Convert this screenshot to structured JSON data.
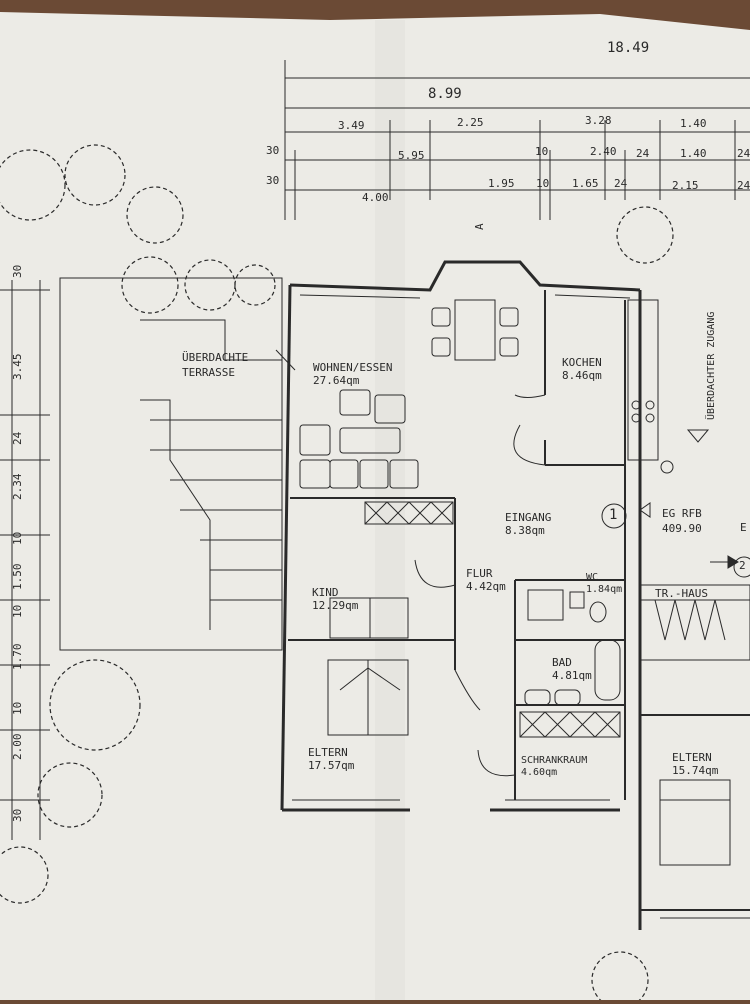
{
  "dims": {
    "total": "18.49",
    "width": "8.99",
    "row1": [
      "3.49",
      "2.25",
      "3.28",
      "1.40"
    ],
    "row2": [
      "30",
      "5.95",
      "10",
      "2.40",
      "24",
      "1.40",
      "24"
    ],
    "row3": [
      "30",
      "4.00",
      "1.95",
      "10",
      "1.65",
      "24",
      "2.15",
      "24"
    ],
    "left_side": [
      "30",
      "3.45",
      "24",
      "2.34",
      "10",
      "1.50",
      "10",
      "1.70",
      "10",
      "2.00",
      "30"
    ]
  },
  "rooms": {
    "wohnen": {
      "name": "WOHNEN/ESSEN",
      "area": "27.64qm"
    },
    "kochen": {
      "name": "KOCHEN",
      "area": "8.46qm"
    },
    "eingang": {
      "name": "EINGANG",
      "area": "8.38qm"
    },
    "kind": {
      "name": "KIND",
      "area": "12.29qm"
    },
    "flur": {
      "name": "FLUR",
      "area": "4.42qm"
    },
    "wc": {
      "name": "WC",
      "area": "1.84qm"
    },
    "bad": {
      "name": "BAD",
      "area": "4.81qm"
    },
    "eltern": {
      "name": "ELTERN",
      "area": "17.57qm"
    },
    "schrankraum": {
      "name": "SCHRANKRAUM",
      "area": "4.60qm"
    },
    "eltern2": {
      "name": "ELTERN",
      "area": "15.74qm"
    },
    "trhaus": {
      "name": "TR.-HAUS"
    }
  },
  "labels": {
    "terrasse_1": "ÜBERDACHTE",
    "terrasse_2": "TERRASSE",
    "zugang": "ÜBERDACHTER ZUGANG",
    "eg": "EG RFB",
    "eg_level": "409.90",
    "marker1": "1",
    "marker2": "2",
    "section": "A",
    "e": "E"
  },
  "colors": {
    "paper": "#ecebe6",
    "ink": "#2a2a2a",
    "table": "#6b4a35"
  }
}
